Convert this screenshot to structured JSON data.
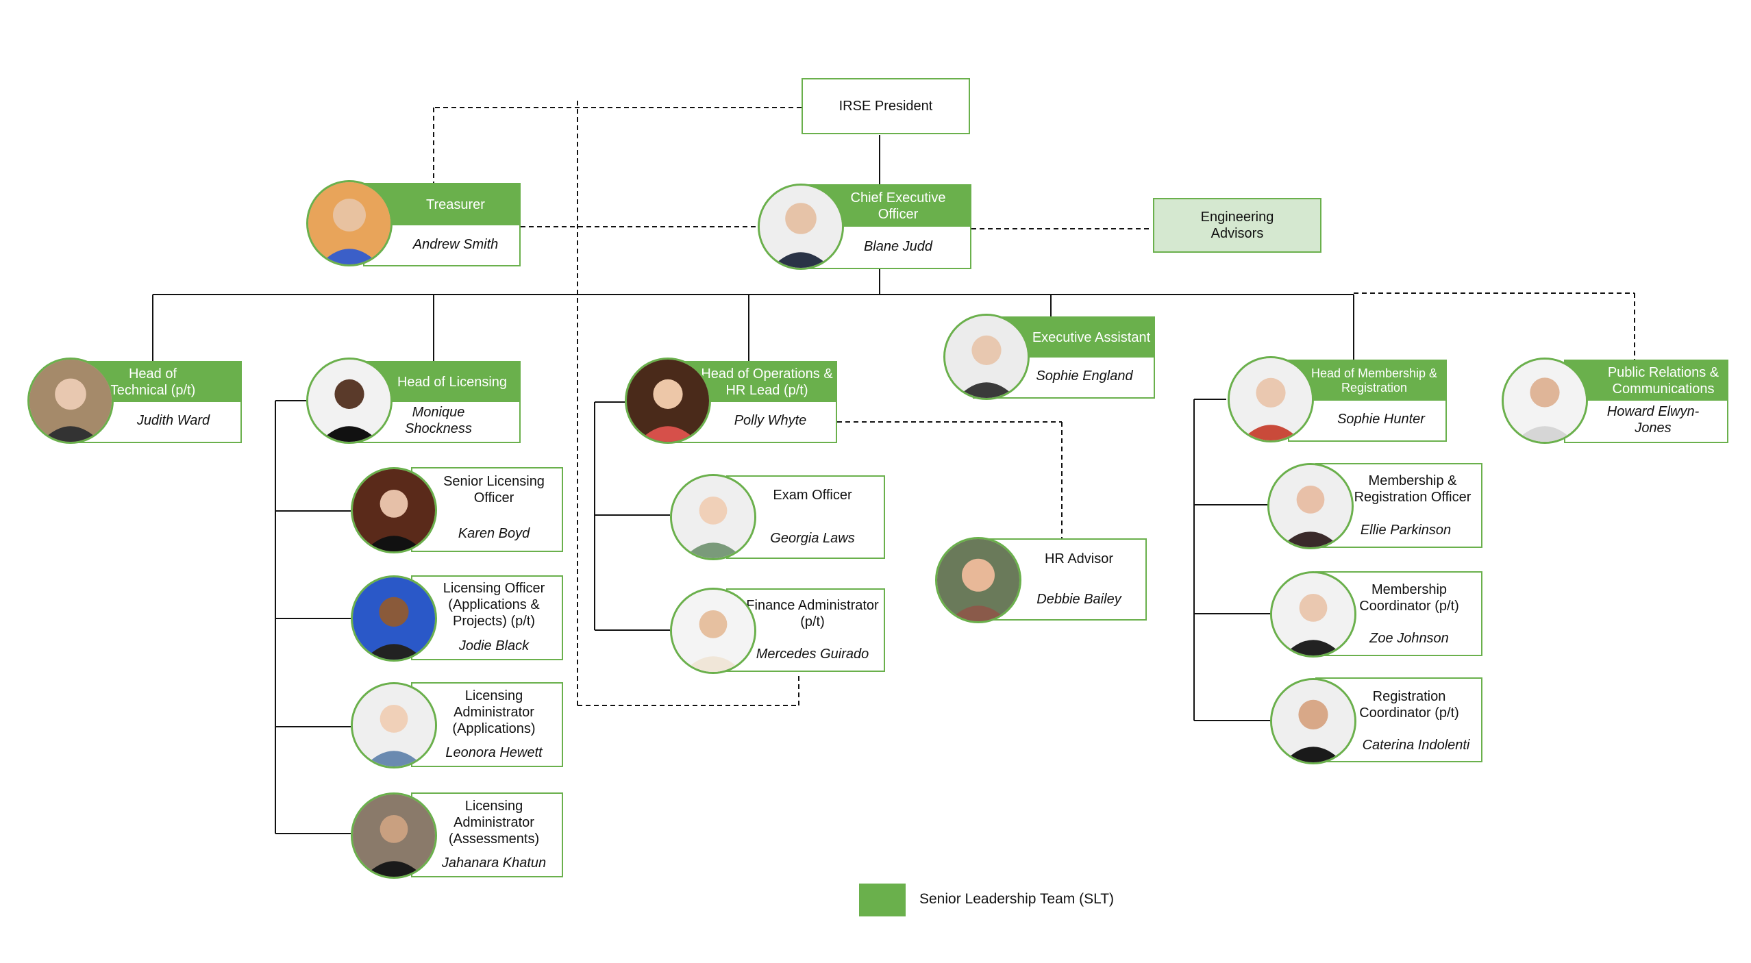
{
  "president": {
    "title": "IRSE President"
  },
  "advisors": {
    "title": "Engineering Advisors"
  },
  "ceo": {
    "title": "Chief Executive Officer",
    "name": "Blane Judd",
    "photo_icon": "person-photo"
  },
  "treasurer": {
    "title": "Treasurer",
    "name": "Andrew Smith",
    "photo_icon": "person-photo"
  },
  "heads": [
    {
      "id": "technical",
      "title": "Head of Technical (p/t)",
      "name": "Judith Ward"
    },
    {
      "id": "licensing",
      "title": "Head of Licensing",
      "name": "Monique Shockness"
    },
    {
      "id": "operations",
      "title": "Head of Operations & HR Lead (p/t)",
      "name": "Polly Whyte"
    },
    {
      "id": "exec-assistant",
      "title": "Executive Assistant",
      "name": "Sophie England"
    },
    {
      "id": "membership",
      "title": "Head of Membership & Registration",
      "name": "Sophie Hunter"
    },
    {
      "id": "pr",
      "title": "Public Relations & Communications",
      "name": "Howard Elwyn-Jones"
    }
  ],
  "licensing_team": [
    {
      "title": "Senior Licensing Officer",
      "name": "Karen Boyd"
    },
    {
      "title": "Licensing Officer (Applications & Projects) (p/t)",
      "name": "Jodie Black"
    },
    {
      "title": "Licensing Administrator (Applications)",
      "name": "Leonora Hewett"
    },
    {
      "title": "Licensing Administrator (Assessments)",
      "name": "Jahanara Khatun"
    }
  ],
  "operations_team": [
    {
      "title": "Exam Officer",
      "name": "Georgia Laws"
    },
    {
      "title": "Finance Administrator (p/t)",
      "name": "Mercedes Guirado"
    }
  ],
  "hr_advisor": {
    "title": "HR Advisor",
    "name": "Debbie Bailey"
  },
  "membership_team": [
    {
      "title": "Membership & Registration Officer",
      "name": "Ellie Parkinson"
    },
    {
      "title": "Membership Coordinator (p/t)",
      "name": "Zoe Johnson"
    },
    {
      "title": "Registration Coordinator (p/t)",
      "name": "Caterina Indolenti"
    }
  ],
  "legend": {
    "label": "Senior Leadership Team (SLT)"
  },
  "colors": {
    "slt": "#6ab04c",
    "advisors_fill": "#d5e8d0",
    "line": "#111111"
  }
}
